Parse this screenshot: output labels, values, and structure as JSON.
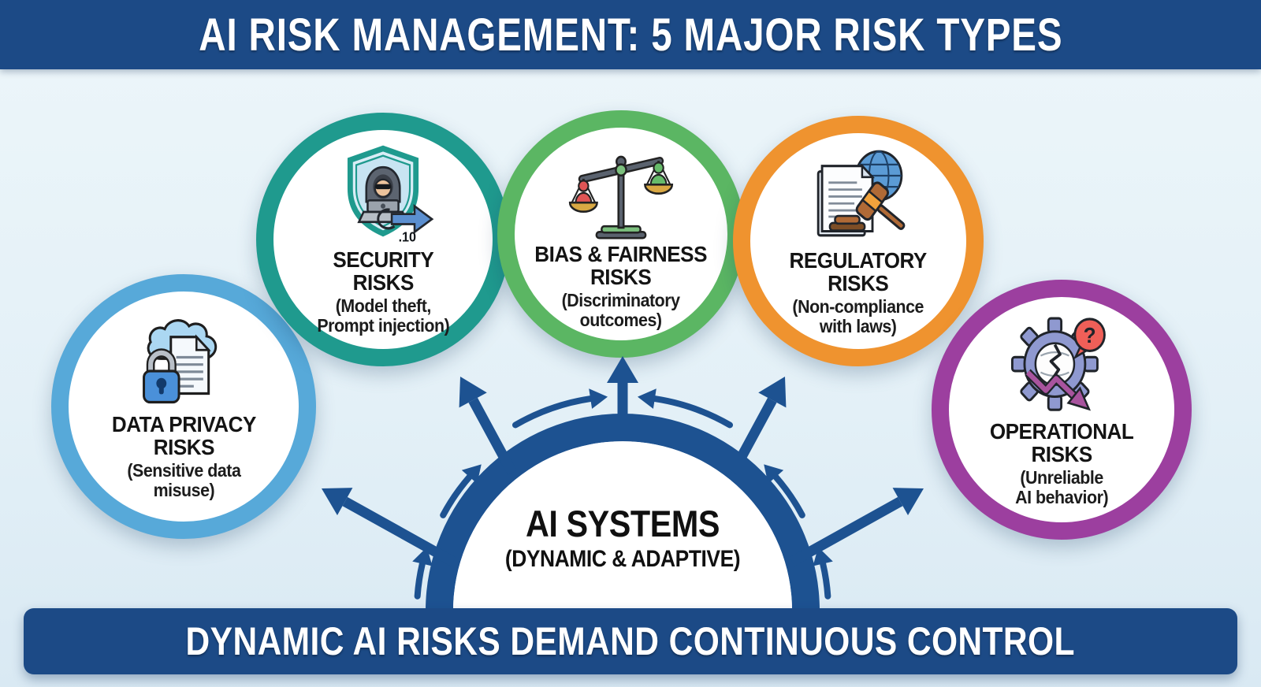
{
  "header": {
    "title": "AI RISK MANAGEMENT: 5 MAJOR RISK TYPES"
  },
  "footer": {
    "title": "DYNAMIC AI RISKS DEMAND CONTINUOUS CONTROL"
  },
  "center_hub": {
    "title": "AI SYSTEMS",
    "subtitle": "(DYNAMIC & ADAPTIVE)"
  },
  "risks": [
    {
      "id": "data-privacy",
      "title_lines": [
        "DATA PRIVACY",
        "RISKS"
      ],
      "subtitle_lines": [
        "(Sensitive data",
        "misuse)"
      ],
      "ring_color": "#57a9d9",
      "icon": "lock-document-cloud-icon"
    },
    {
      "id": "security",
      "title_lines": [
        "SECURITY",
        "RISKS"
      ],
      "subtitle_lines": [
        "(Model theft,",
        "Prompt injection)"
      ],
      "ring_color": "#1f9a8e",
      "icon": "hacker-shield-icon",
      "icon_label": ".10"
    },
    {
      "id": "bias-fairness",
      "title_lines": [
        "BIAS & FAIRNESS",
        "RISKS"
      ],
      "subtitle_lines": [
        "(Discriminatory",
        "outcomes)"
      ],
      "ring_color": "#5bb663",
      "icon": "balance-scale-icon"
    },
    {
      "id": "regulatory",
      "title_lines": [
        "REGULATORY",
        "RISKS"
      ],
      "subtitle_lines": [
        "(Non-compliance",
        "with laws)"
      ],
      "ring_color": "#ef932f",
      "icon": "gavel-globe-document-icon"
    },
    {
      "id": "operational",
      "title_lines": [
        "OPERATIONAL",
        "RISKS"
      ],
      "subtitle_lines": [
        "(Unreliable",
        "AI behavior)"
      ],
      "ring_color": "#9c3f9f",
      "icon": "broken-gear-question-icon"
    }
  ],
  "colors": {
    "banner_blue": "#1c4a86",
    "hub_blue": "#1d5291",
    "background_light_blue": "#e6f1f8",
    "ring_data_privacy": "#57a9d9",
    "ring_security": "#1f9a8e",
    "ring_bias_fairness": "#5bb663",
    "ring_regulatory": "#ef932f",
    "ring_operational": "#9c3f9f"
  }
}
